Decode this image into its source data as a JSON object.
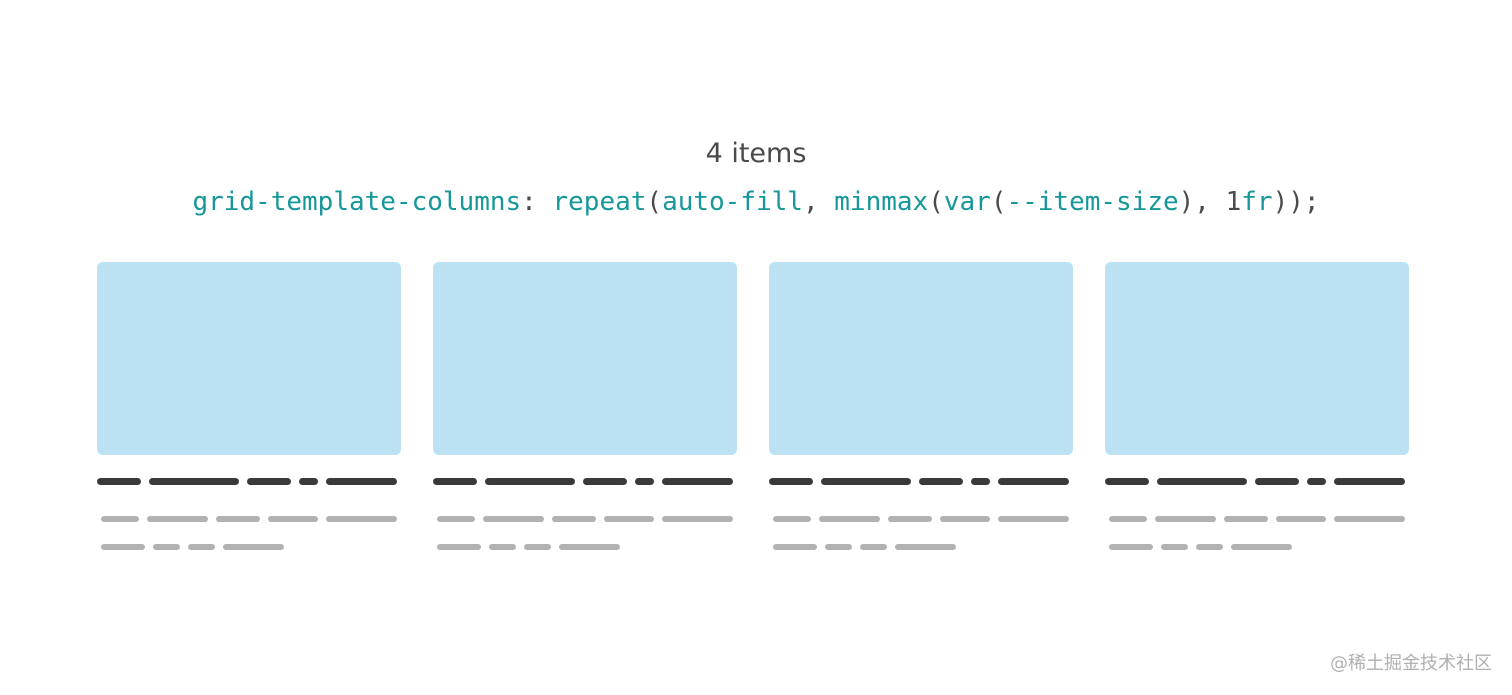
{
  "heading": "4 items",
  "code": {
    "tokens": [
      {
        "text": "grid-template-columns",
        "tone": "teal"
      },
      {
        "text": ": ",
        "tone": "dark"
      },
      {
        "text": "repeat",
        "tone": "teal"
      },
      {
        "text": "(",
        "tone": "dark"
      },
      {
        "text": "auto-fill",
        "tone": "teal"
      },
      {
        "text": ", ",
        "tone": "dark"
      },
      {
        "text": "minmax",
        "tone": "teal"
      },
      {
        "text": "(",
        "tone": "dark"
      },
      {
        "text": "var",
        "tone": "teal"
      },
      {
        "text": "(",
        "tone": "dark"
      },
      {
        "text": "--item-size",
        "tone": "teal"
      },
      {
        "text": "), ",
        "tone": "dark"
      },
      {
        "text": "1",
        "tone": "dark"
      },
      {
        "text": "fr",
        "tone": "teal"
      },
      {
        "text": "));",
        "tone": "dark"
      }
    ]
  },
  "colors": {
    "card_image": "#bce1f3",
    "title_bar": "#3a3a3a",
    "text_bar": "#b2b2b2",
    "code_teal": "#16979a",
    "code_dark": "#4a4a4a"
  },
  "cards": [
    {
      "image_icon": "placeholder-image"
    },
    {
      "image_icon": "placeholder-image"
    },
    {
      "image_icon": "placeholder-image"
    },
    {
      "image_icon": "placeholder-image"
    }
  ],
  "watermark": "@稀土掘金技术社区"
}
